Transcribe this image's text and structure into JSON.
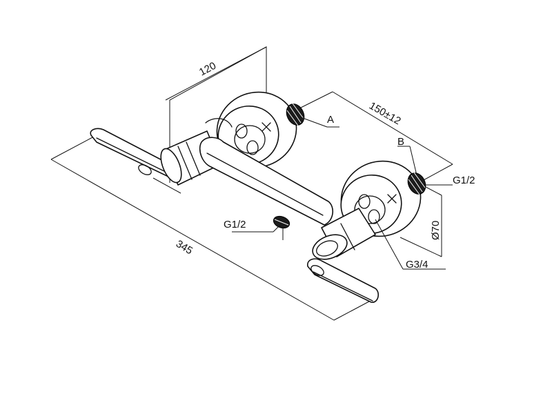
{
  "drawing": {
    "dimensions": {
      "height": "120",
      "centers": "150±12",
      "length": "345",
      "diameter": "Ø70"
    },
    "callouts": {
      "a": "A",
      "b": "B",
      "inlet_right": "G1/2",
      "inlet_left": "G1/2",
      "outlet": "G3/4"
    }
  }
}
